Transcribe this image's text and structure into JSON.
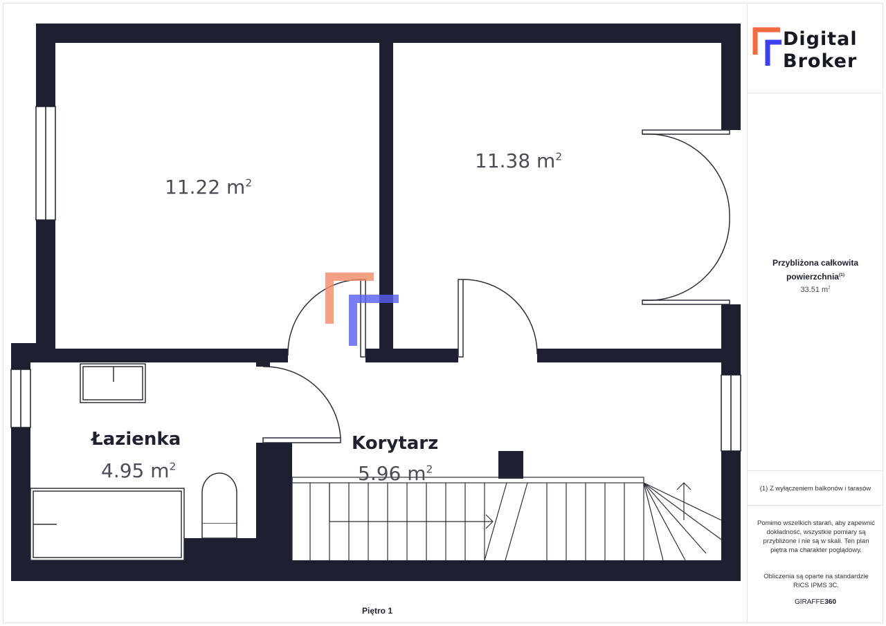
{
  "logo": {
    "line1": "Digital",
    "line2": "Broker",
    "colors": {
      "orange": "#f26a3f",
      "blue": "#3a3ff0",
      "dark": "#161824"
    }
  },
  "rooms": [
    {
      "id": "room-1",
      "name": "",
      "area": "11.22 m",
      "area_sup": "2"
    },
    {
      "id": "room-2",
      "name": "",
      "area": "11.38 m",
      "area_sup": "2"
    },
    {
      "id": "bathroom",
      "name": "Łazienka",
      "area": "4.95 m",
      "area_sup": "2"
    },
    {
      "id": "corridor",
      "name": "Korytarz",
      "area": "5.96 m",
      "area_sup": "2"
    }
  ],
  "floor_label": "Piętro 1",
  "sidebar": {
    "total_title_line1": "Przybliżona całkowita",
    "total_title_line2": "powierzchnia",
    "total_title_sup": "(1)",
    "total_value": "33.51 m",
    "total_value_sup": "2",
    "footnote": "(1) Z wyłączeniem balkonów i tarasów",
    "disclaimer": "Pomimo wszelkich starań, aby zapewnić dokładność, wszystkie pomiary są przybliżone i nie są w skali. Ten plan piętra ma charakter poglądowy.",
    "standard": "Obliczenia są oparte na standardzie RICS IPMS 3C.",
    "brand_prefix": "GIRAFFE",
    "brand_suffix": "360"
  },
  "colors": {
    "wall": "#1d2030",
    "line": "#2a2d3a"
  }
}
